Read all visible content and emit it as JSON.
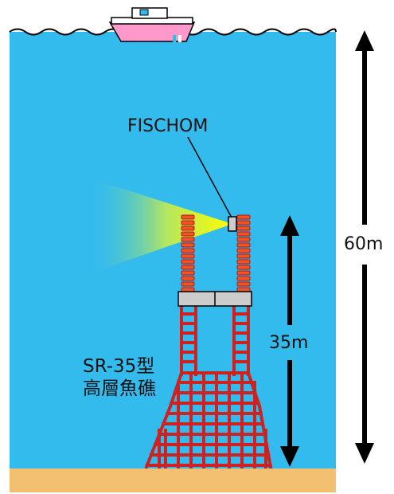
{
  "labels": {
    "device": "FISCHOM",
    "water_depth": "60m",
    "reef_height": "35m",
    "reef_model": "SR-35型",
    "reef_type": "高層魚礁"
  },
  "colors": {
    "sea": "#33bbee",
    "seabed": "#f2c070",
    "reef": "#cc2222",
    "blocks": "#ee5522",
    "platform": "#cccccc",
    "light_beam": "#ffff00",
    "hull": "#ff99cc",
    "arrow": "#000000"
  }
}
